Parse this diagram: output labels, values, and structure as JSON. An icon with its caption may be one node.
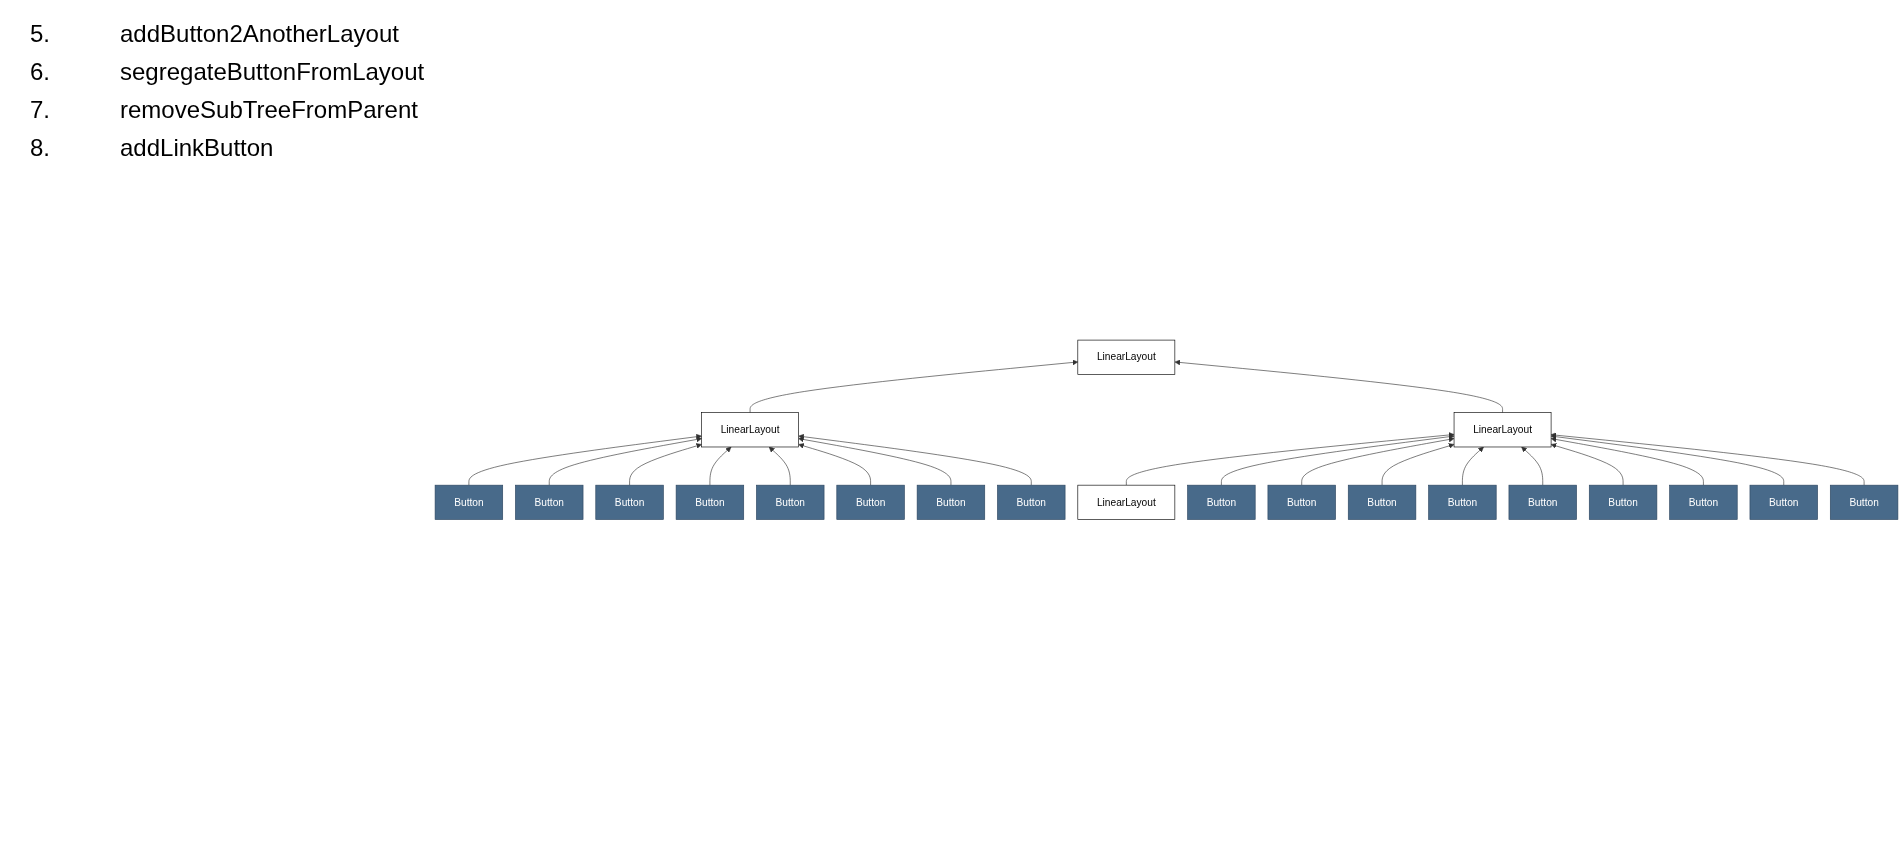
{
  "diagram": {
    "nodes": [
      {
        "text": [
          "LinearLayout"
        ]
      },
      {
        "text": [
          "LinearLayout"
        ]
      },
      {
        "text": [
          "LinearLayout"
        ]
      },
      {
        "text": [
          "LinearLayout"
        ]
      },
      {
        "text": [
          "Button"
        ]
      },
      {
        "text": [
          "Button"
        ]
      },
      {
        "text": [
          "Button"
        ]
      },
      {
        "text": [
          "Button"
        ]
      },
      {
        "text": [
          "Button"
        ]
      },
      {
        "text": [
          "Button"
        ]
      },
      {
        "text": [
          "Button"
        ]
      },
      {
        "text": [
          "Button"
        ]
      },
      {
        "text": [
          "Button"
        ]
      },
      {
        "text": [
          "Button"
        ]
      },
      {
        "text": [
          "Button"
        ]
      },
      {
        "text": [
          "Button"
        ]
      },
      {
        "text": [
          "Button"
        ]
      },
      {
        "text": [
          "Button"
        ]
      },
      {
        "text": [
          "Button"
        ]
      },
      {
        "text": [
          "Button"
        ]
      },
      {
        "text": [
          "Button"
        ]
      }
    ],
    "edges": [
      {
        "from": 2,
        "to": 0,
        "arrow": "to"
      },
      {
        "from": 3,
        "to": 0,
        "arrow": "to"
      },
      {
        "from": 1,
        "to": 3,
        "arrow": "to"
      },
      {
        "from": 4,
        "to": 2,
        "arrow": "to"
      },
      {
        "from": 5,
        "to": 2,
        "arrow": "to"
      },
      {
        "from": 6,
        "to": 2,
        "arrow": "to"
      },
      {
        "from": 7,
        "to": 2,
        "arrow": "to"
      },
      {
        "from": 8,
        "to": 2,
        "arrow": "to"
      },
      {
        "from": 9,
        "to": 2,
        "arrow": "to"
      },
      {
        "from": 10,
        "to": 2,
        "arrow": "to"
      },
      {
        "from": 11,
        "to": 2,
        "arrow": "to"
      },
      {
        "from": 12,
        "to": 3,
        "arrow": "to"
      },
      {
        "from": 13,
        "to": 3,
        "arrow": "to"
      },
      {
        "from": 14,
        "to": 3,
        "arrow": "to"
      },
      {
        "from": 15,
        "to": 3,
        "arrow": "to"
      },
      {
        "from": 16,
        "to": 3,
        "arrow": "to"
      },
      {
        "from": 17,
        "to": 3,
        "arrow": "to"
      },
      {
        "from": 18,
        "to": 3,
        "arrow": "to"
      },
      {
        "from": 19,
        "to": 3,
        "arrow": "to"
      },
      {
        "from": 20,
        "to": 3,
        "arrow": "to"
      }
    ],
    "labels": [
      "5.",
      "addButton2AnotherLayout",
      "6.",
      "segregateButtonFromLayout",
      "7.",
      "removeSubTreeFromParent",
      "8.",
      "addLinkButton"
    ]
  }
}
